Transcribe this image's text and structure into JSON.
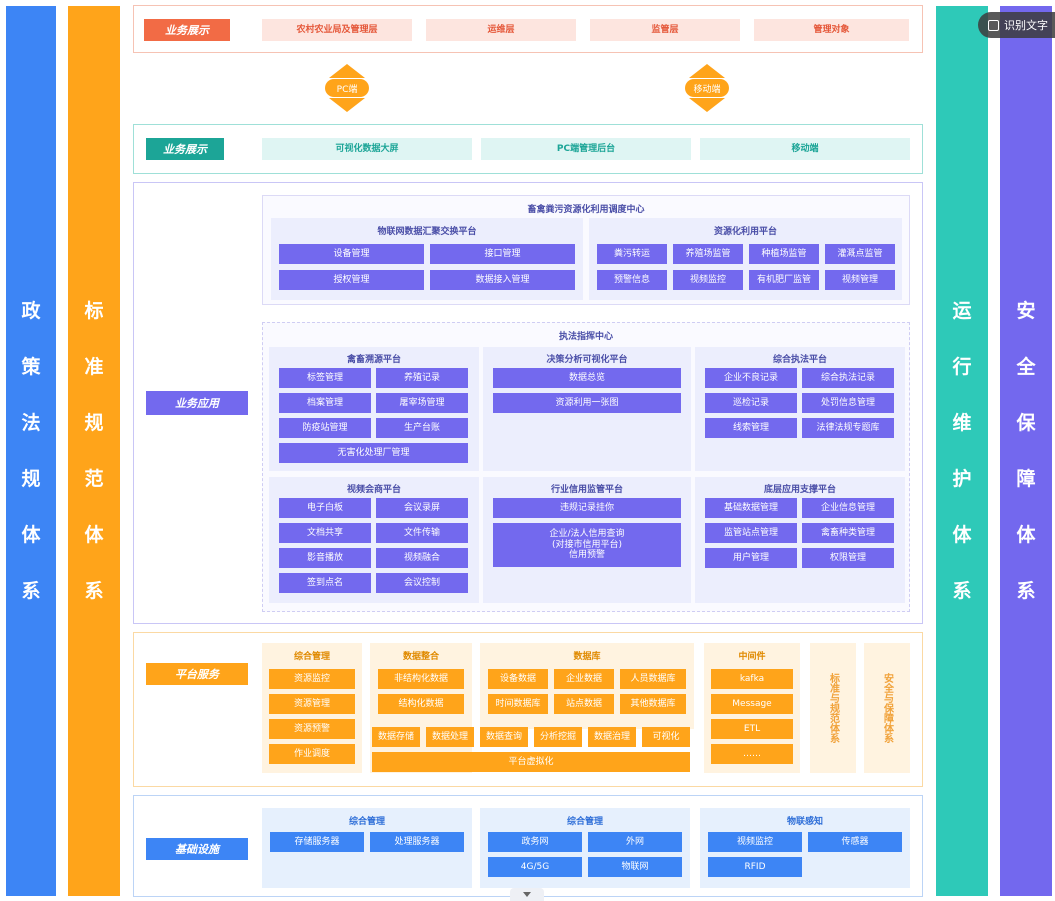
{
  "side": {
    "left1": [
      "政",
      "策",
      "法",
      "规",
      "体",
      "系"
    ],
    "left2": [
      "标",
      "准",
      "规",
      "范",
      "体",
      "系"
    ],
    "right1": [
      "运",
      "行",
      "维",
      "护",
      "体",
      "系"
    ],
    "right2": [
      "安",
      "全",
      "保",
      "障",
      "体",
      "系"
    ]
  },
  "recognize_label": "识别文字",
  "row1": {
    "tag": "业务展示",
    "items": [
      "农村农业局及管理层",
      "运维层",
      "监管层",
      "管理对象"
    ]
  },
  "arrows": [
    "PC端",
    "移动端"
  ],
  "row2": {
    "tag": "业务展示",
    "items": [
      "可视化数据大屏",
      "PC端管理后台",
      "移动端"
    ]
  },
  "app": {
    "tag": "业务应用",
    "center_title": "畜禽粪污资源化利用调度中心",
    "iot": {
      "title": "物联网数据汇聚交换平台",
      "items": [
        "设备管理",
        "接口管理",
        "授权管理",
        "数据接入管理"
      ]
    },
    "res": {
      "title": "资源化利用平台",
      "items": [
        "粪污转运",
        "养殖场监管",
        "种植场监管",
        "灌溉点监管",
        "预警信息",
        "视频监控",
        "有机肥厂监管",
        "视频管理"
      ]
    },
    "law_title": "执法指挥中心",
    "trace": {
      "title": "禽畜溯源平台",
      "items": [
        "标签管理",
        "养殖记录",
        "档案管理",
        "屠宰场管理",
        "防疫站管理",
        "生产台账",
        "无害化处理厂管理"
      ]
    },
    "decision": {
      "title": "决策分析可视化平台",
      "items": [
        "数据总览",
        "资源利用一张图"
      ]
    },
    "enforce": {
      "title": "综合执法平台",
      "items": [
        "企业不良记录",
        "综合执法记录",
        "巡检记录",
        "处罚信息管理",
        "线索管理",
        "法律法规专题库"
      ]
    },
    "video": {
      "title": "视频会商平台",
      "items": [
        "电子白板",
        "会议录屏",
        "文档共享",
        "文件传输",
        "影音播放",
        "视频融合",
        "签到点名",
        "会议控制"
      ]
    },
    "credit": {
      "title": "行业信用监管平台",
      "items": [
        "违规记录挂你",
        "企业/法人信用查询\n(对接市信用平台)\n信用预警"
      ]
    },
    "base": {
      "title": "底层应用支撑平台",
      "items": [
        "基础数据管理",
        "企业信息管理",
        "监管站点管理",
        "禽畜种类管理",
        "用户管理",
        "权限管理"
      ]
    }
  },
  "platform": {
    "tag": "平台服务",
    "mgmt": {
      "title": "综合管理",
      "items": [
        "资源监控",
        "资源管理",
        "资源预警",
        "作业调度"
      ]
    },
    "integ": {
      "title": "数据整合",
      "items": [
        "非结构化数据",
        "结构化数据"
      ]
    },
    "db": {
      "title": "数据库",
      "items": [
        "设备数据",
        "企业数据",
        "人员数据库",
        "时间数据库",
        "站点数据",
        "其他数据库"
      ]
    },
    "mw": {
      "title": "中间件",
      "items": [
        "kafka",
        "Message",
        "ETL",
        "……"
      ]
    },
    "tools": [
      "数据存储",
      "数据处理",
      "数据查询",
      "分析挖掘",
      "数据治理",
      "可视化"
    ],
    "virtual": "平台虚拟化",
    "std": "标准与规范体系",
    "sec": "安全与保障体系"
  },
  "infra": {
    "tag": "基础设施",
    "p1": {
      "title": "综合管理",
      "items": [
        "存储服务器",
        "处理服务器"
      ]
    },
    "p2": {
      "title": "综合管理",
      "items": [
        "政务网",
        "外网",
        "4G/5G",
        "物联网"
      ]
    },
    "p3": {
      "title": "物联感知",
      "items": [
        "视频监控",
        "传感器",
        "RFID"
      ]
    }
  },
  "colors": {
    "purple": "#7369ee",
    "orange": "#ffa41a",
    "blue": "#3d85f5",
    "teal": "#2ec9b8",
    "red": "#f26b45"
  }
}
